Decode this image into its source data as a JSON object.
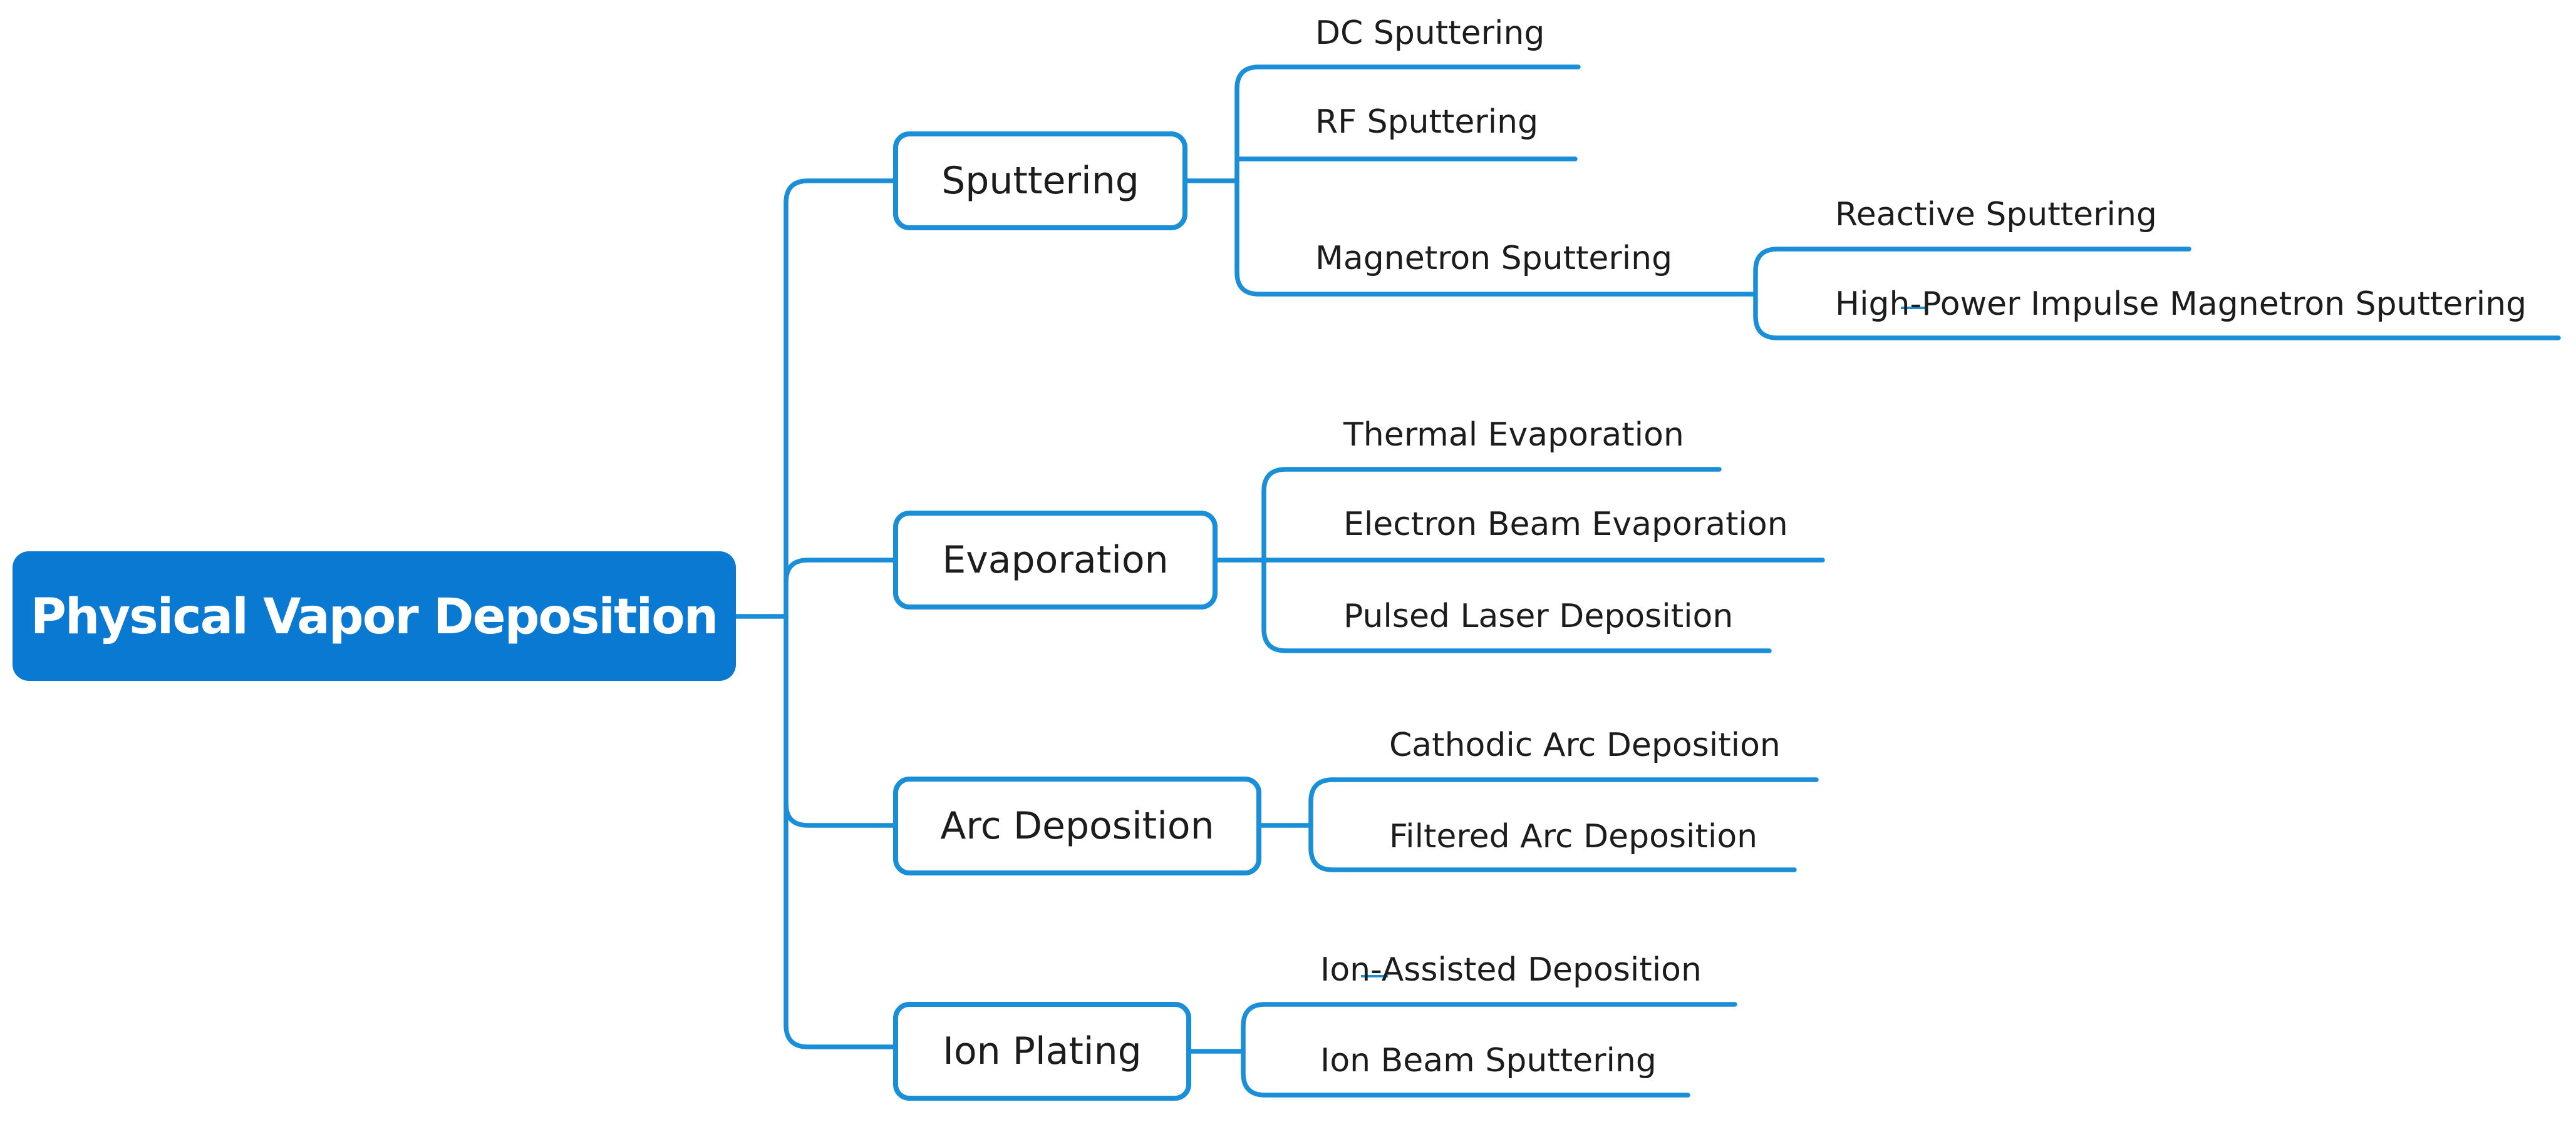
{
  "root": {
    "label": "Physical Vapor Deposition"
  },
  "categories": [
    {
      "label": "Sputtering",
      "methods": [
        {
          "label": "DC Sputtering"
        },
        {
          "label": "RF Sputtering"
        },
        {
          "label": "Magnetron Sputtering",
          "variants": [
            {
              "label": "Reactive Sputtering"
            },
            {
              "label": "High-Power Impulse Magnetron Sputtering"
            }
          ]
        }
      ]
    },
    {
      "label": "Evaporation",
      "methods": [
        {
          "label": "Thermal Evaporation"
        },
        {
          "label": "Electron Beam Evaporation"
        },
        {
          "label": "Pulsed Laser Deposition"
        }
      ]
    },
    {
      "label": "Arc Deposition",
      "methods": [
        {
          "label": "Cathodic Arc Deposition"
        },
        {
          "label": "Filtered Arc Deposition"
        }
      ]
    },
    {
      "label": "Ion Plating",
      "methods": [
        {
          "label": "Ion-Assisted Deposition"
        },
        {
          "label": "Ion Beam Sputtering"
        }
      ]
    }
  ],
  "colors": {
    "root_fill": "#0a79d1",
    "connector": "#1a8fd8",
    "text": "#1c1c1c"
  }
}
